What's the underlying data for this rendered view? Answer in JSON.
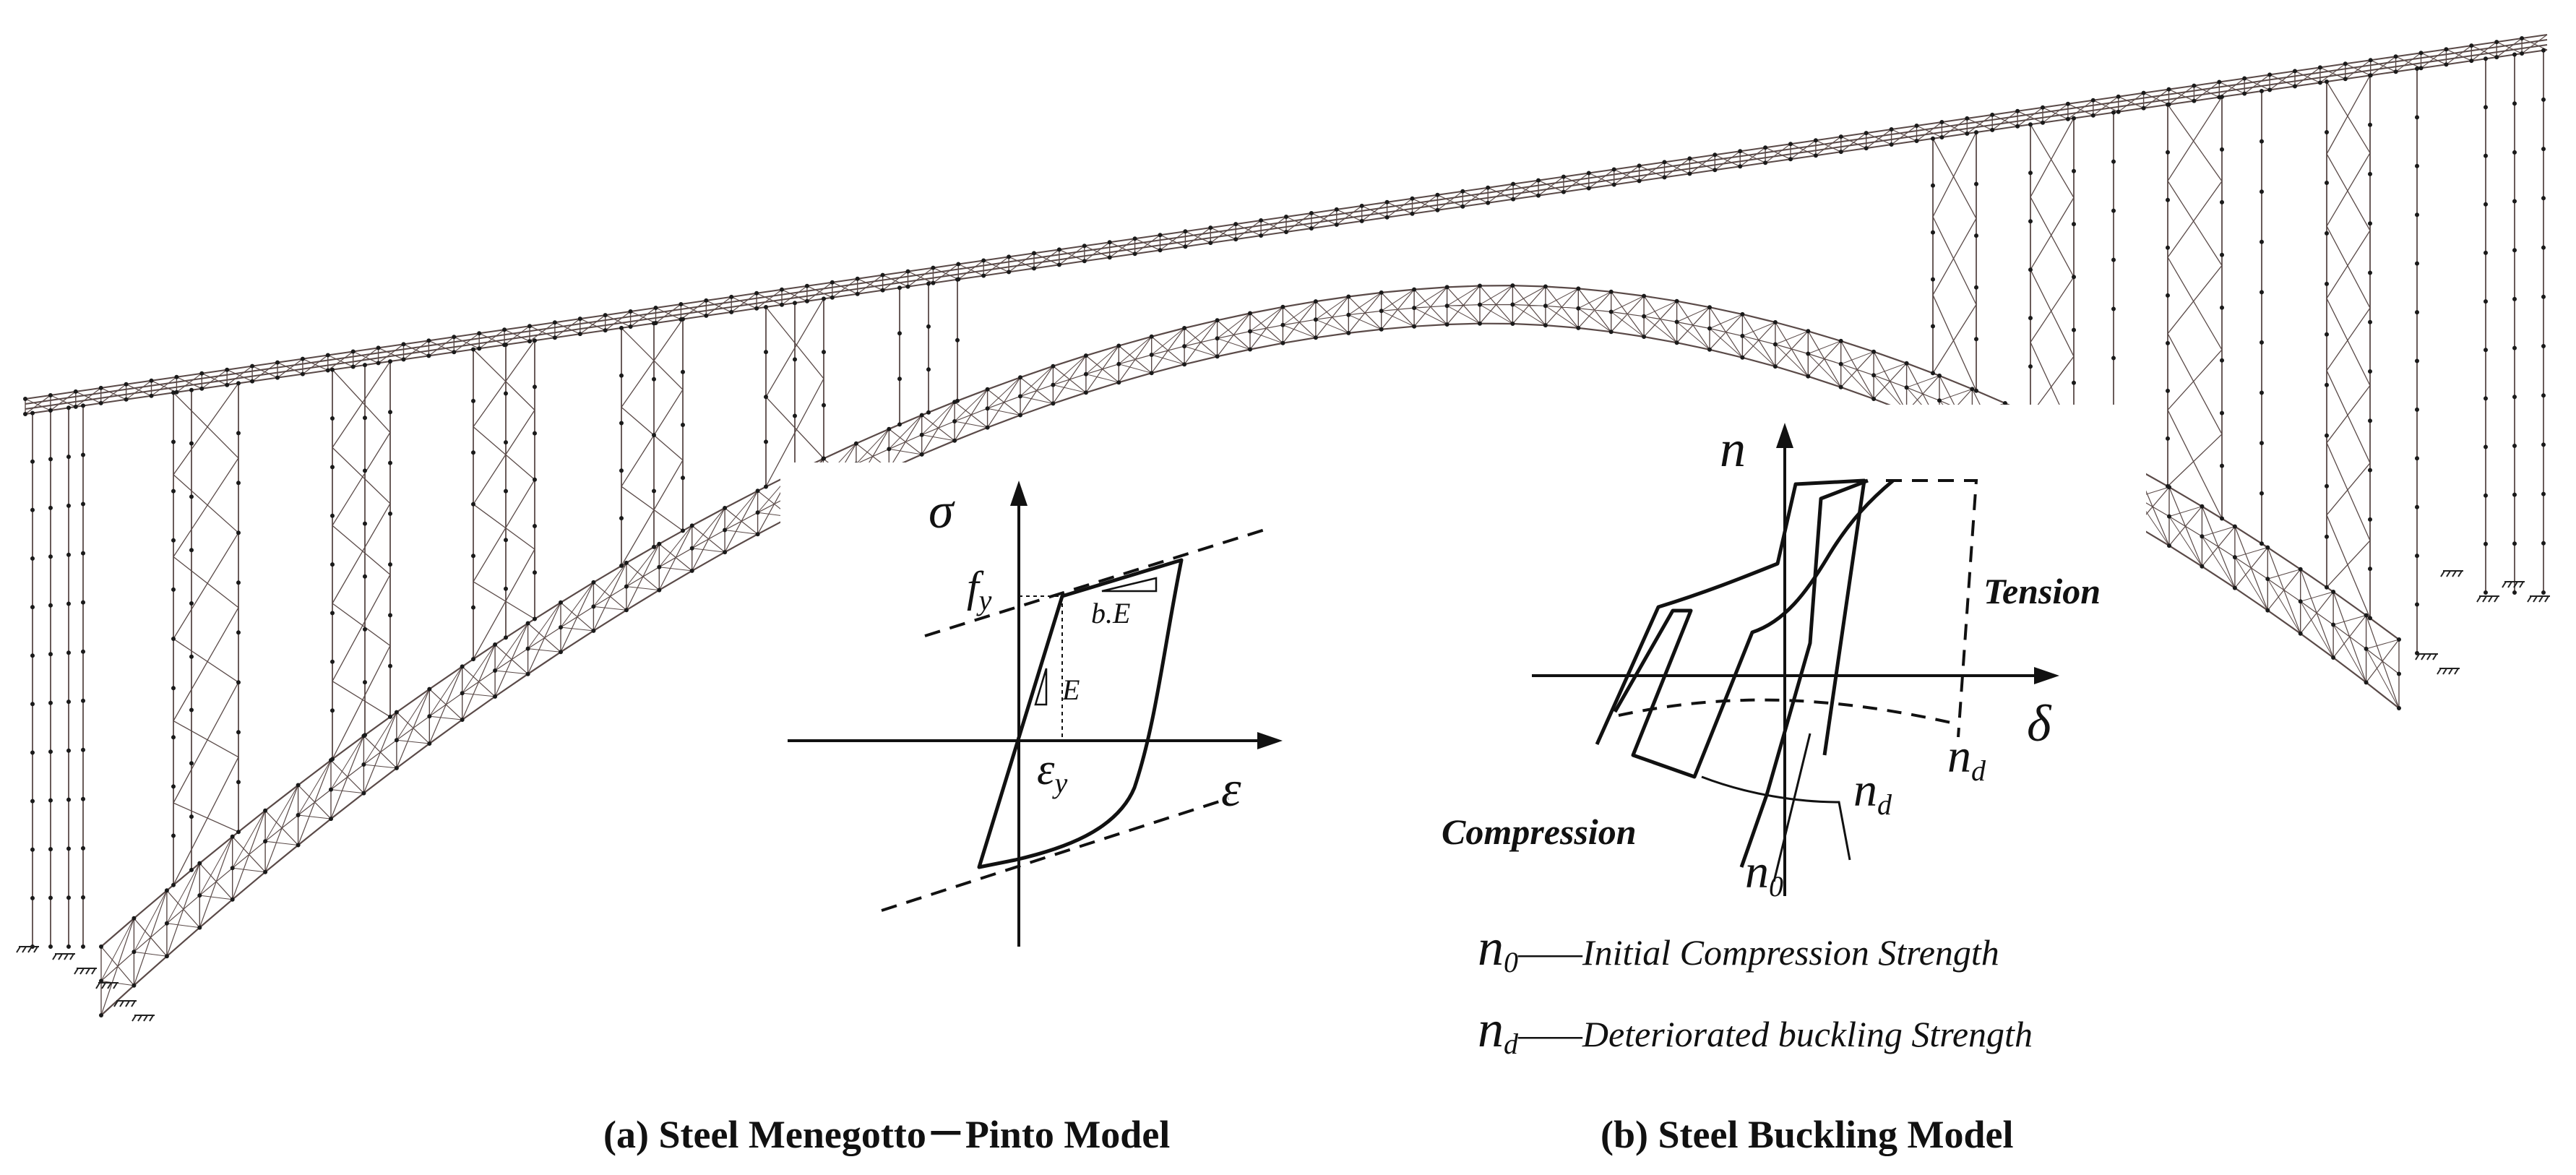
{
  "figure": {
    "panel_a": {
      "caption": "(a) Steel Menegotto－Pinto Model",
      "y_axis": "σ",
      "x_axis": "ε",
      "yield_stress": "f",
      "yield_stress_sub": "y",
      "yield_strain": "ε",
      "yield_strain_sub": "y",
      "initial_modulus": "E",
      "hardening_modulus": "b.E"
    },
    "panel_b": {
      "caption": "(b) Steel Buckling Model",
      "y_axis": "n",
      "x_axis": "δ",
      "tension_label": "Tension",
      "compression_label": "Compression",
      "nd": "n",
      "nd_sub": "d",
      "n0": "n",
      "n0_sub": "0",
      "legend": [
        {
          "symbol": "n",
          "sub": "0",
          "text": "——Initial Compression Strength"
        },
        {
          "symbol": "n",
          "sub": "d",
          "text": "——Deteriorated buckling Strength"
        }
      ]
    }
  },
  "colors": {
    "ink": "#111111",
    "truss": "#5a4a48",
    "node": "#1a1a1a"
  }
}
